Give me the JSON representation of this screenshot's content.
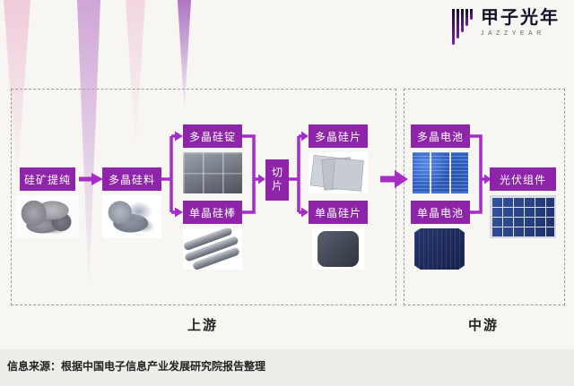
{
  "logo": {
    "title": "甲子光年",
    "subtitle": "JAZZYEAR"
  },
  "flow": {
    "upstream": {
      "label": "上游",
      "nodes": {
        "purify": "硅矿提纯",
        "poly_material": "多晶硅料",
        "poly_ingot": "多晶硅锭",
        "mono_rod": "单晶硅棒",
        "slice": "切片",
        "poly_wafer": "多晶硅片",
        "mono_wafer": "单晶硅片"
      }
    },
    "midstream": {
      "label": "中游",
      "nodes": {
        "poly_cell": "多晶电池",
        "mono_cell": "单晶电池",
        "module": "光伏组件"
      }
    }
  },
  "source_note": "信息来源：根据中国电子信息产业发展研究院报告整理",
  "colors": {
    "accent": "#A62CC8",
    "node_bg": "#8E24A8",
    "poly_cell_blue": "#2F5FC0",
    "mono_cell_navy": "#16214A",
    "module_blue": "#1D2F6B"
  }
}
